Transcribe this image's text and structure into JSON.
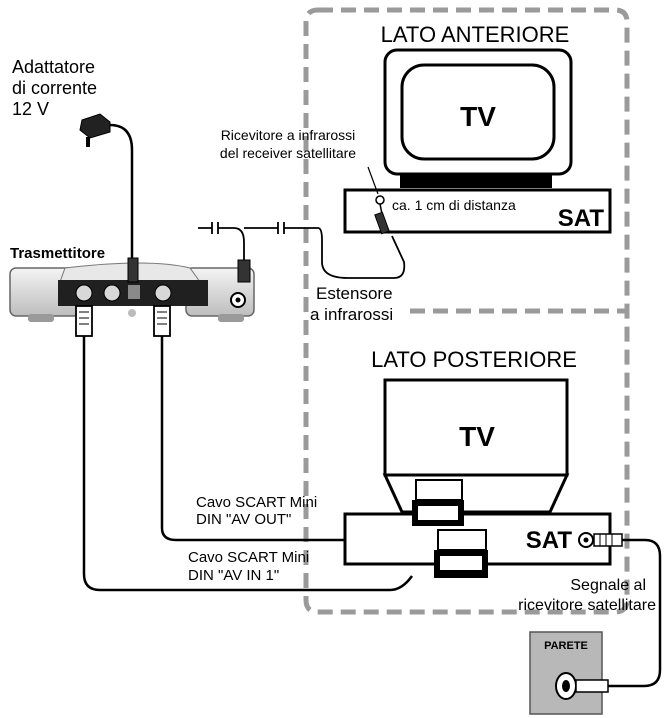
{
  "front_section": {
    "title": "LATO ANTERIORE",
    "tv_label": "TV",
    "sat_label": "SAT",
    "ir_receiver_label_line1": "Ricevitore a infrarossi",
    "ir_receiver_label_line2": "del receiver satellitare",
    "distance_label": "ca. 1 cm di distanza"
  },
  "back_section": {
    "title": "LATO POSTERIORE",
    "tv_label": "TV",
    "sat_label": "SAT"
  },
  "adapter": {
    "label_line1": "Adattatore",
    "label_line2": "di corrente",
    "label_line3": "12 V"
  },
  "transmitter": {
    "label": "Trasmettitore"
  },
  "ir_extender": {
    "label_line1": "Estensore",
    "label_line2": "a infrarossi"
  },
  "cables": {
    "av_out_line1": "Cavo SCART Mini",
    "av_out_line2": "DIN \"AV OUT\"",
    "av_in_line1": "Cavo SCART Mini",
    "av_in_line2": "DIN \"AV IN 1\""
  },
  "wall": {
    "label": "PARETE",
    "signal_line1": "Segnale al",
    "signal_line2": "ricevitore satellitare"
  }
}
